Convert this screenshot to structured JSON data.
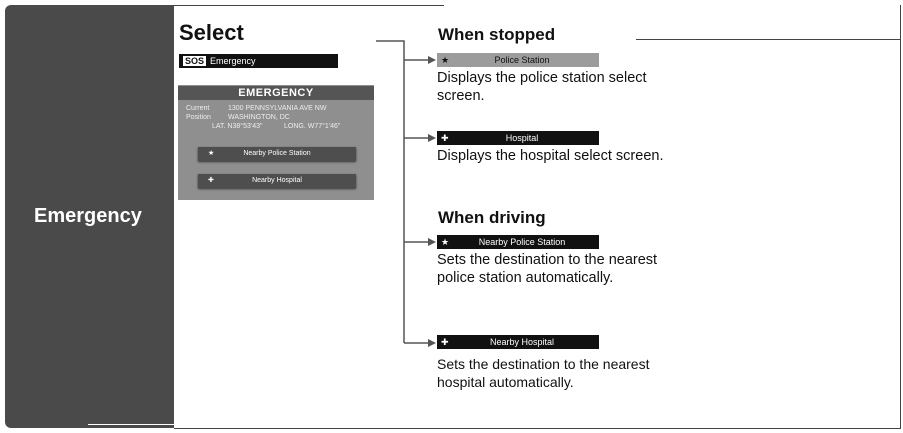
{
  "sidebar": {
    "label": "Emergency"
  },
  "select": {
    "heading": "Select",
    "menu_sos": "SOS",
    "menu_label": "Emergency",
    "screen": {
      "title": "EMERGENCY",
      "current_label": "Current",
      "position_label": "Position",
      "address": "1300 PENNSYLVANIA AVE NW",
      "city": "WASHINGTON, DC",
      "lat": "LAT. N38°53'43\"",
      "long": "LONG. W77°1'46\"",
      "button1": "Nearby Police Station",
      "button2": "Nearby Hospital"
    }
  },
  "when_stopped": {
    "heading": "When stopped",
    "police_bar": "Police Station",
    "police_desc": "Displays the police station select screen.",
    "hospital_bar": "Hospital",
    "hospital_desc": "Displays the hospital select screen."
  },
  "when_driving": {
    "heading": "When driving",
    "police_bar": "Nearby Police Station",
    "police_desc": "Sets the destination to the nearest police station automatically.",
    "hospital_bar": "Nearby Hospital",
    "hospital_desc": "Sets the destination to the nearest hospital automatically."
  },
  "icons": {
    "police": "star-icon",
    "hospital": "cross-icon"
  }
}
